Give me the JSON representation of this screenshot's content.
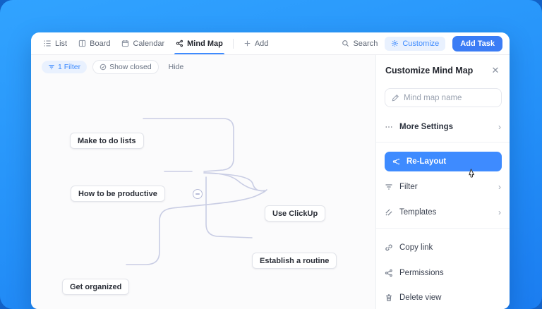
{
  "toolbar": {
    "tabs": [
      {
        "label": "List"
      },
      {
        "label": "Board"
      },
      {
        "label": "Calendar"
      },
      {
        "label": "Mind Map"
      }
    ],
    "add_label": "Add",
    "search_label": "Search",
    "customize_label": "Customize",
    "add_task_label": "Add Task"
  },
  "filter_bar": {
    "filter_label": "1 Filter",
    "show_closed_label": "Show closed",
    "hide_label": "Hide"
  },
  "canvas": {
    "nodes": [
      {
        "label": "Make to do lists"
      },
      {
        "label": "How to be productive"
      },
      {
        "label": "Use ClickUp"
      },
      {
        "label": "Establish a routine"
      },
      {
        "label": "Get organized"
      }
    ]
  },
  "sidebar": {
    "title": "Customize Mind Map",
    "name_placeholder": "Mind map name",
    "more_settings_label": "More Settings",
    "relayout_label": "Re-Layout",
    "filter_label": "Filter",
    "templates_label": "Templates",
    "copy_link_label": "Copy link",
    "permissions_label": "Permissions",
    "delete_view_label": "Delete view"
  },
  "colors": {
    "accent": "#3e8bff",
    "add_task_blue": "#3b7cf5",
    "connector": "#c9cde4",
    "background_blue": "#2490f8"
  }
}
